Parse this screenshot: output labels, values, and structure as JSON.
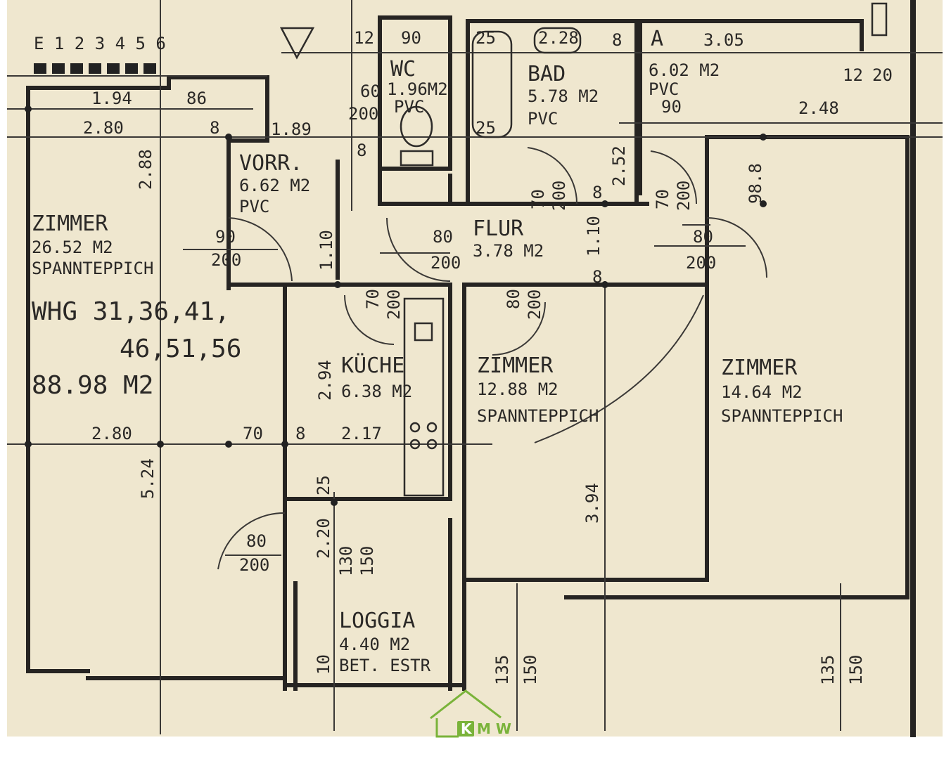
{
  "plan": {
    "legend_header": "E 1 2 3 4 5 6",
    "apartment": {
      "label_line1": "WHG  31,36,41,",
      "label_line2": "46,51,56",
      "total_area": "88.98 M2"
    },
    "rooms": [
      {
        "name": "ZIMMER",
        "area": "26.52 M2",
        "floor": "SPANNTEPPICH"
      },
      {
        "name": "VORR.",
        "area": "6.62 M2",
        "floor": "PVC"
      },
      {
        "name": "WC",
        "area": "1.96M2",
        "floor": "PVC"
      },
      {
        "name": "BAD",
        "area": "5.78 M2",
        "floor": "PVC"
      },
      {
        "name": "A",
        "area": "6.02 M2",
        "floor": "PVC"
      },
      {
        "name": "FLUR",
        "area": "3.78 M2",
        "floor": ""
      },
      {
        "name": "KÜCHE",
        "area": "6.38 M2",
        "floor": ""
      },
      {
        "name": "ZIMMER",
        "area": "12.88 M2",
        "floor": "SPANNTEPPICH"
      },
      {
        "name": "ZIMMER",
        "area": "14.64 M2",
        "floor": "SPANNTEPPICH"
      },
      {
        "name": "LOGGIA",
        "area": "4.40 M2",
        "floor": "BET. ESTR"
      }
    ],
    "dimensions": [
      "1.94",
      "86",
      "2.80",
      "8",
      "2.88",
      "90",
      "200",
      "1.10",
      "1.89",
      "12",
      "90",
      "60",
      "200",
      "8",
      "8",
      "25",
      "2.28",
      "25",
      "8",
      "3.05",
      "90",
      "2.48",
      "12",
      "20",
      "2.52",
      "70",
      "200",
      "70",
      "200",
      "98.8",
      "80",
      "200",
      "80",
      "200",
      "1.10",
      "8",
      "70",
      "200",
      "80",
      "200",
      "2.94",
      "2.80",
      "70",
      "8",
      "2.17",
      "5.24",
      "3.94",
      "25",
      "80",
      "200",
      "2.20",
      "130",
      "150",
      "10",
      "135",
      "150",
      "135",
      "150"
    ],
    "logo": "KMW"
  }
}
